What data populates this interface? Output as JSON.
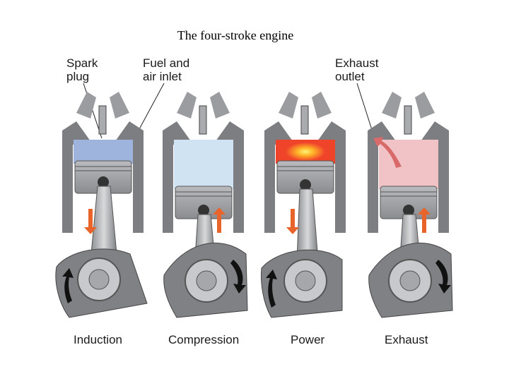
{
  "title": "The four-stroke engine",
  "callouts": {
    "spark_plug": "Spark\nplug",
    "fuel_inlet": "Fuel and\nair inlet",
    "exhaust_outlet": "Exhaust\noutlet"
  },
  "strokes": [
    {
      "label": "Induction",
      "charge": "#9fb4dc"
    },
    {
      "label": "Compression",
      "charge": "#cfe3f2"
    },
    {
      "label": "Power",
      "charge": "#f0442a"
    },
    {
      "label": "Exhaust",
      "charge": "#f1c3c6"
    }
  ],
  "colors": {
    "arrow_orange": "#e8642a",
    "metal_dark": "#6b6d70",
    "metal_light": "#c7c9cc",
    "arrow_blue": "#4a7fc0",
    "arrow_red": "#d86a6a"
  }
}
